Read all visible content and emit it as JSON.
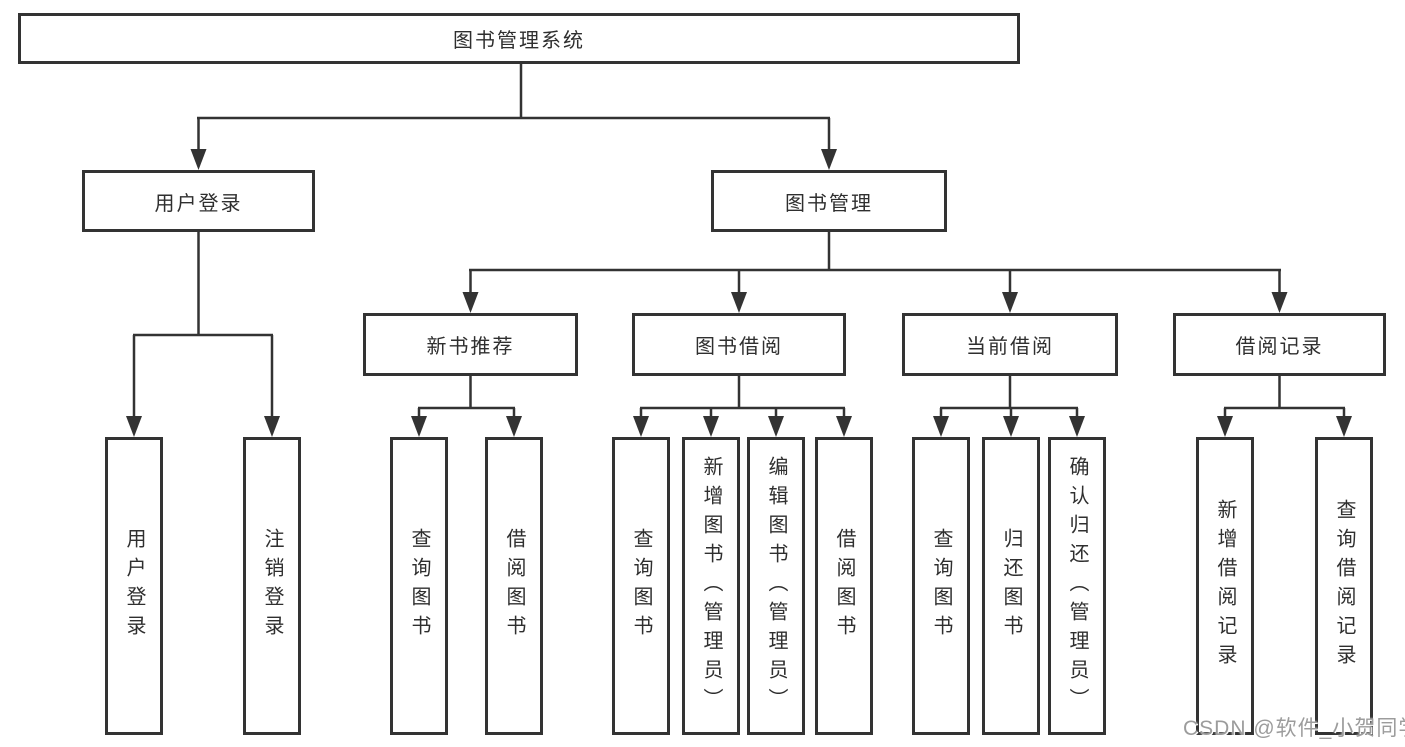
{
  "diagram": {
    "root": {
      "label": "图书管理系统"
    },
    "level2": [
      {
        "label": "用户登录"
      },
      {
        "label": "图书管理"
      }
    ],
    "level3": [
      {
        "label": "新书推荐"
      },
      {
        "label": "图书借阅"
      },
      {
        "label": "当前借阅"
      },
      {
        "label": "借阅记录"
      }
    ],
    "leaves": [
      {
        "label": "用户登录"
      },
      {
        "label": "注销登录"
      },
      {
        "label": "查询图书"
      },
      {
        "label": "借阅图书"
      },
      {
        "label": "查询图书"
      },
      {
        "label": "新增图书（管理员）"
      },
      {
        "label": "编辑图书（管理员）"
      },
      {
        "label": "借阅图书"
      },
      {
        "label": "查询图书"
      },
      {
        "label": "归还图书"
      },
      {
        "label": "确认归还（管理员）"
      },
      {
        "label": "新增借阅记录"
      },
      {
        "label": "查询借阅记录"
      }
    ]
  },
  "watermark": {
    "text": "CSDN @软件_小贺同学"
  },
  "colors": {
    "line": "#333333",
    "box_border": "#333333",
    "background": "#ffffff",
    "watermark": "#9c9c9c"
  }
}
